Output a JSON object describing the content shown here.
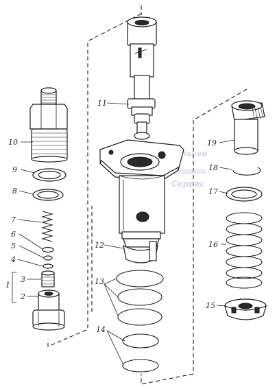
{
  "diagram": {
    "labels": [
      {
        "id": "1",
        "text": "1"
      },
      {
        "id": "2",
        "text": "2"
      },
      {
        "id": "3",
        "text": "3"
      },
      {
        "id": "4",
        "text": "4"
      },
      {
        "id": "5",
        "text": "5"
      },
      {
        "id": "6",
        "text": "6"
      },
      {
        "id": "7",
        "text": "7"
      },
      {
        "id": "8",
        "text": "8"
      },
      {
        "id": "9",
        "text": "9"
      },
      {
        "id": "10",
        "text": "10"
      },
      {
        "id": "11",
        "text": "11"
      },
      {
        "id": "12",
        "text": "12"
      },
      {
        "id": "13",
        "text": "13"
      },
      {
        "id": "14",
        "text": "14"
      },
      {
        "id": "15",
        "text": "15"
      },
      {
        "id": "16",
        "text": "16"
      },
      {
        "id": "17",
        "text": "17"
      },
      {
        "id": "18",
        "text": "18"
      },
      {
        "id": "19",
        "text": "19"
      }
    ],
    "watermark": {
      "line1": "компаний",
      "line2": "Сервис"
    }
  }
}
